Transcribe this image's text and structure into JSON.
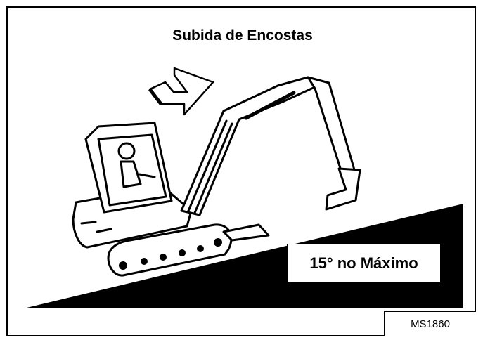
{
  "diagram": {
    "title": "Subida de Encostas",
    "slope_label": "15° no Máximo",
    "code": "MS1860",
    "icons": [
      "turn-arrow-icon",
      "excavator-icon",
      "slope-ramp"
    ]
  }
}
